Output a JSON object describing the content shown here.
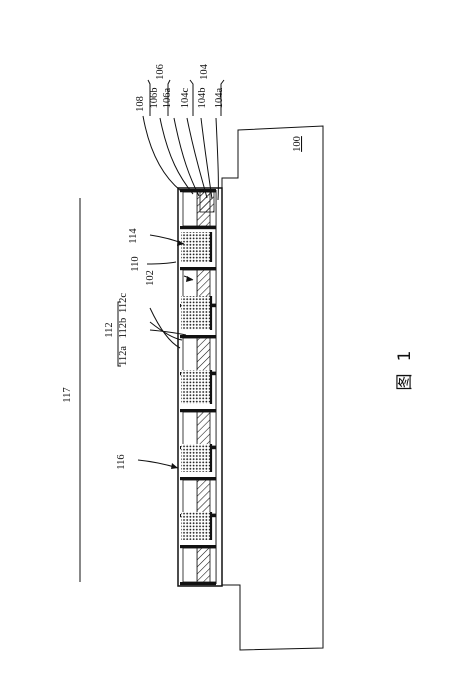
{
  "labels": {
    "l108": "108",
    "l106b": "106b",
    "l106a": "106a",
    "l106": "106",
    "l104c": "104c",
    "l104b": "104b",
    "l104a": "104a",
    "l104": "104",
    "l100": "100",
    "l114": "114",
    "l110": "110",
    "l102": "102",
    "l112": "112",
    "l112a": "112a",
    "l112b": "112b",
    "l112c": "112c",
    "l116": "116",
    "l117": "117"
  },
  "caption": {
    "glyph": "图",
    "number": "1"
  }
}
